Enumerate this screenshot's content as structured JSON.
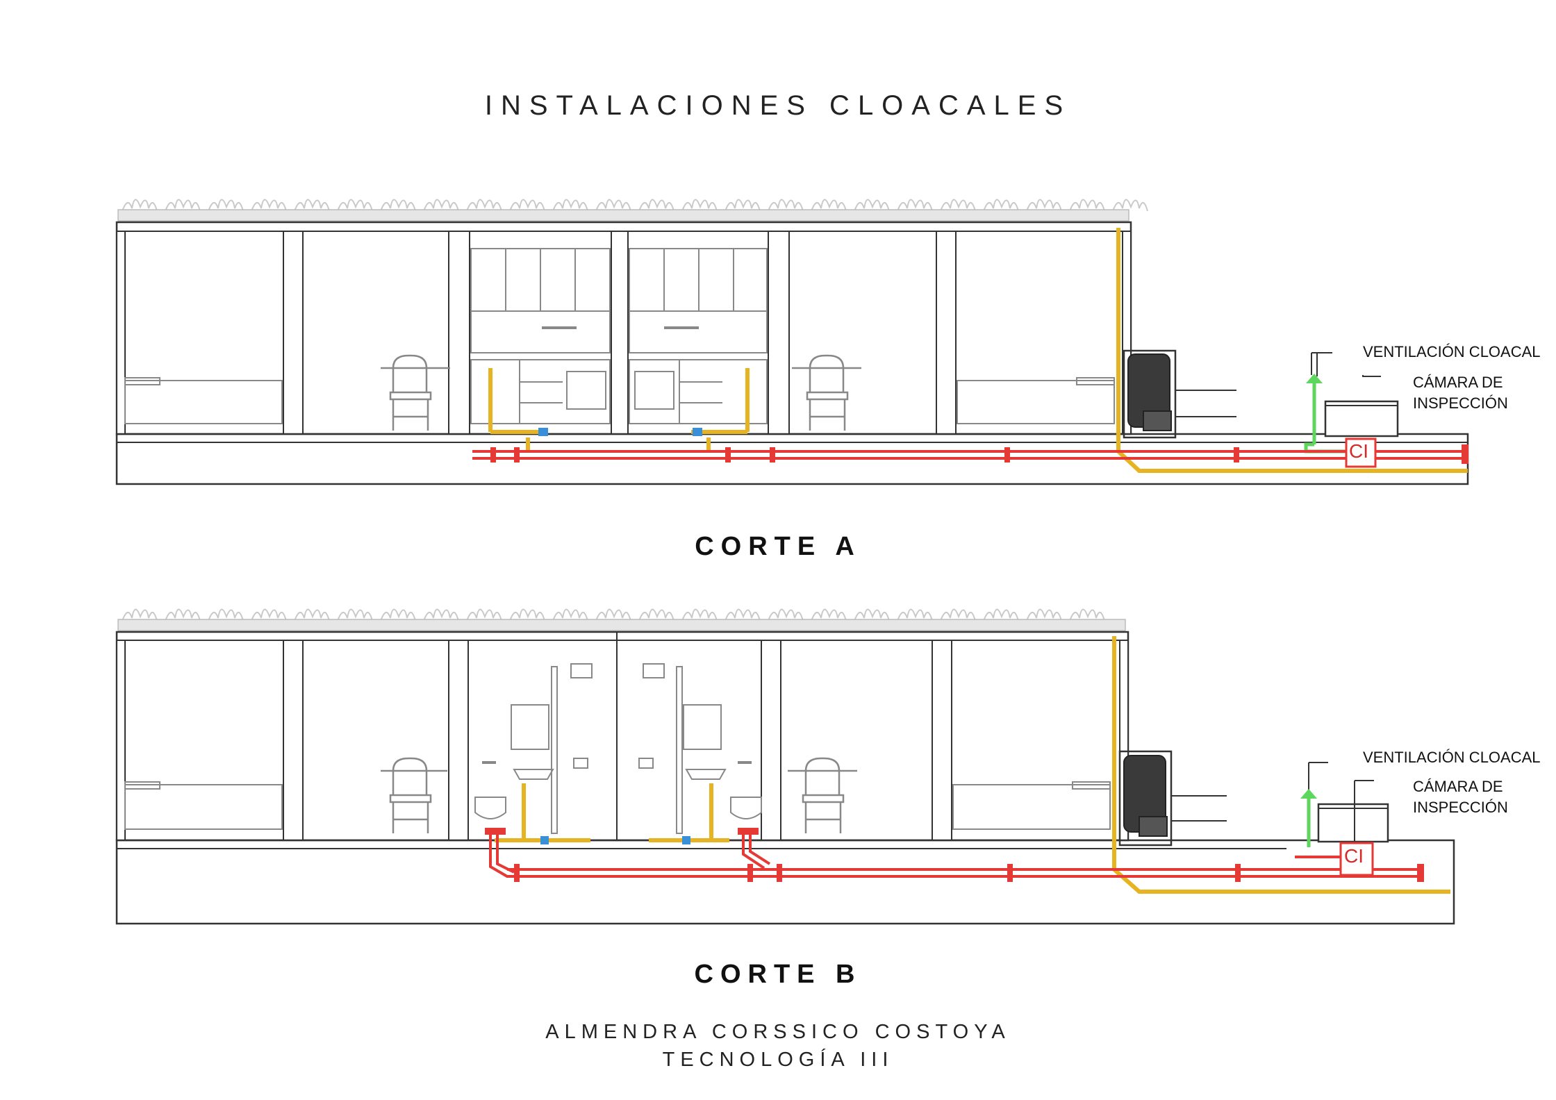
{
  "title": "INSTALACIONES CLOACALES",
  "sections": [
    {
      "name": "CORTE A",
      "labels": {
        "ventilation": "VENTILACIÓN CLOACAL",
        "chamber_line1": "CÁMARA DE",
        "chamber_line2": "INSPECCIÓN",
        "chamber_tag": "CI"
      }
    },
    {
      "name": "CORTE B",
      "labels": {
        "ventilation": "VENTILACIÓN CLOACAL",
        "chamber_line1": "CÁMARA DE",
        "chamber_line2": "INSPECCIÓN",
        "chamber_tag": "CI"
      }
    }
  ],
  "footer": {
    "author": "ALMENDRA CORSSICO COSTOYA",
    "course": "TECNOLOGÍA III"
  },
  "colors": {
    "drain": "#e53935",
    "drain_dark": "#b71c1c",
    "vent": "#5cd65c",
    "supply": "#e6b422",
    "supply_fitting": "#3a8fd9",
    "structure": "#333333",
    "furniture": "#8a8a8a",
    "vegetation": "#c8c8c8"
  }
}
